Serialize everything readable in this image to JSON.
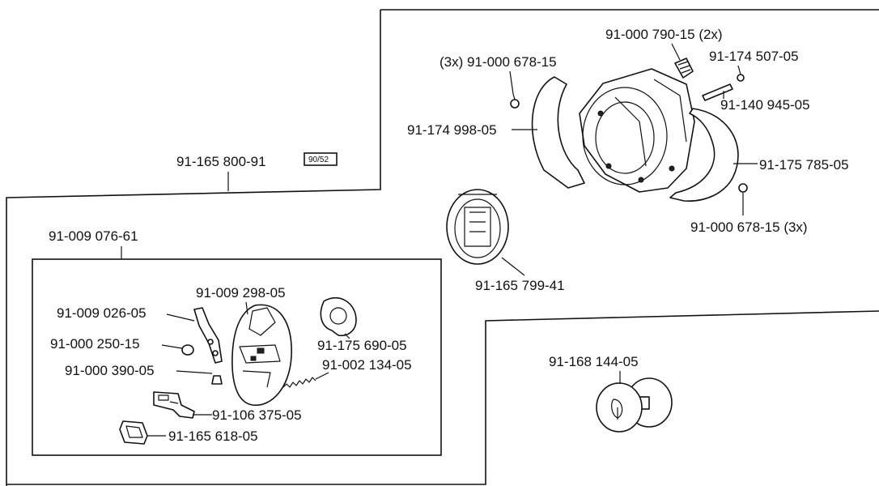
{
  "assembly": {
    "part_number": "91-165 800-91",
    "badge": "90/52"
  },
  "hook_assembly": {
    "part_number": "91-009 076-61"
  },
  "parts": {
    "screw_2x": "91-000 790-15 (2x)",
    "small_screw": "91-174 507-05",
    "screws_3x_left": "(3x) 91-000 678-15",
    "pin": "91-140 945-05",
    "left_cover": "91-174 998-05",
    "right_cover": "91-175 785-05",
    "screws_3x_right": "91-000 678-15 (3x)",
    "bobbin_case": "91-165 799-41",
    "bobbin": "91-168 144-05",
    "hook_body": "91-009 298-05",
    "gib_spring": "91-009 026-05",
    "gib_screw": "91-000 250-15",
    "small_screw_2": "91-000 390-05",
    "cover_plate": "91-175 690-05",
    "spring": "91-002 134-05",
    "latch": "91-106 375-05",
    "plate": "91-165 618-05"
  }
}
